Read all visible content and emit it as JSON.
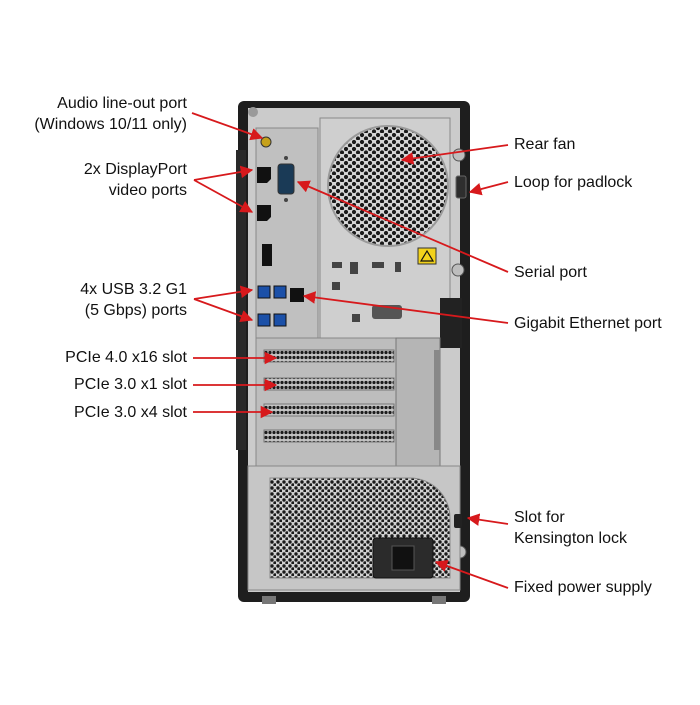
{
  "colors": {
    "callout": "#d7191c",
    "chassis_frame": "#1e1e1e",
    "chassis_panel": "#c9c9c9",
    "vent": "#1a1a1a",
    "warning_label": "#f2d21b"
  },
  "labels": {
    "audio": {
      "line1": "Audio line-out port",
      "line2": "(Windows 10/11 only)"
    },
    "displayport": {
      "line1": "2x DisplayPort",
      "line2": "video ports"
    },
    "usb": {
      "line1": "4x USB 3.2 G1",
      "line2": "(5 Gbps) ports"
    },
    "pcie_x16": "PCIe 4.0 x16 slot",
    "pcie_x1": "PCIe 3.0 x1 slot",
    "pcie_x4": "PCIe 3.0 x4 slot",
    "rear_fan": "Rear fan",
    "padlock": "Loop for padlock",
    "serial": "Serial port",
    "ethernet": "Gigabit Ethernet port",
    "kensington": {
      "line1": "Slot for",
      "line2": "Kensington lock"
    },
    "power_supply": "Fixed power supply"
  }
}
